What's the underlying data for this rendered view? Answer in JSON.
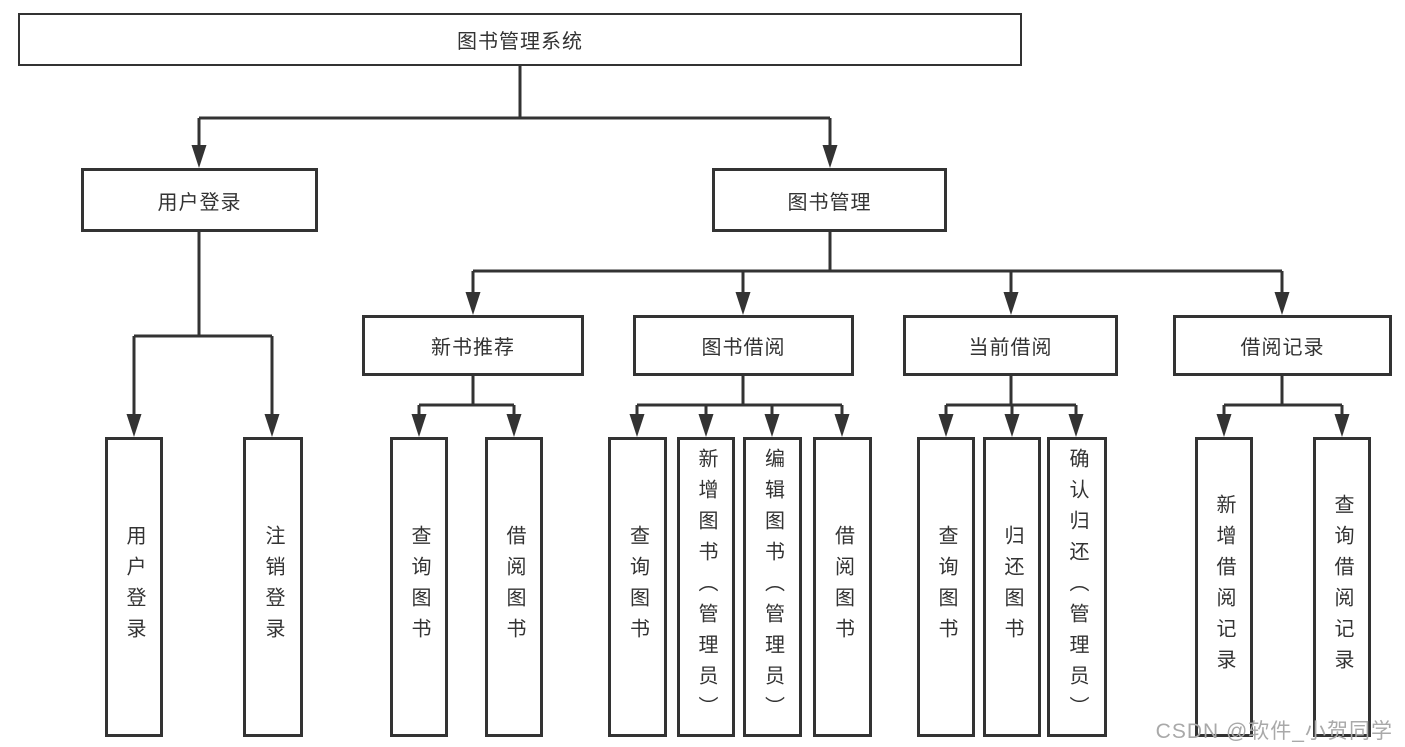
{
  "colors": {
    "line": "#333333",
    "box_border": "#333333",
    "box_fill": "#ffffff",
    "text": "#333333",
    "watermark": "#a9a9a9"
  },
  "watermark": "CSDN @软件_小贺同学",
  "tree": {
    "root": {
      "label": "图书管理系统"
    },
    "branches": [
      {
        "label": "用户登录",
        "children": [
          {
            "label": "用户登录"
          },
          {
            "label": "注销登录"
          }
        ]
      },
      {
        "label": "图书管理",
        "children": [
          {
            "label": "新书推荐",
            "children": [
              {
                "label": "查询图书"
              },
              {
                "label": "借阅图书"
              }
            ]
          },
          {
            "label": "图书借阅",
            "children": [
              {
                "label": "查询图书"
              },
              {
                "label": "新增图书（管理员）"
              },
              {
                "label": "编辑图书（管理员）"
              },
              {
                "label": "借阅图书"
              }
            ]
          },
          {
            "label": "当前借阅",
            "children": [
              {
                "label": "查询图书"
              },
              {
                "label": "归还图书"
              },
              {
                "label": "确认归还（管理员）"
              }
            ]
          },
          {
            "label": "借阅记录",
            "children": [
              {
                "label": "新增借阅记录"
              },
              {
                "label": "查询借阅记录"
              }
            ]
          }
        ]
      }
    ]
  }
}
